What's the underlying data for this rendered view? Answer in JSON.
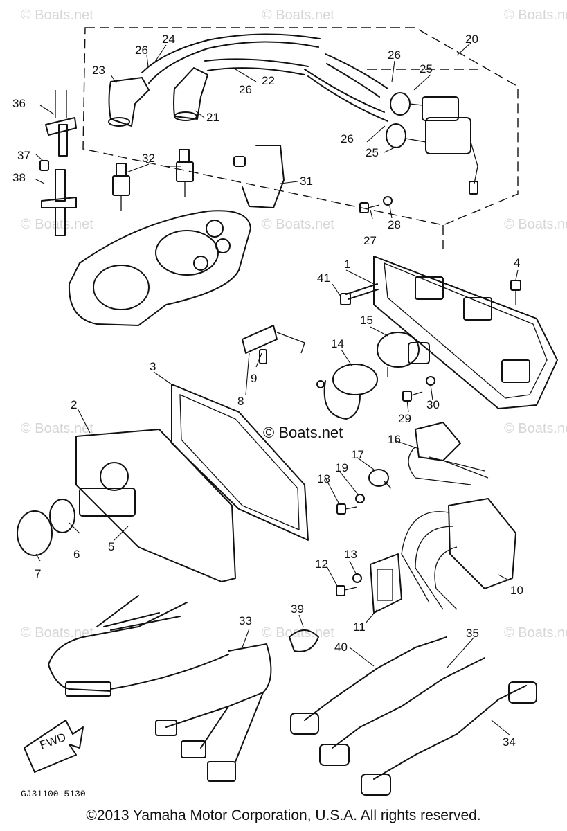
{
  "diagram": {
    "watermark": "© Boats.net",
    "center_watermark": "© Boats.net",
    "drawing_code": "GJ31100-5130",
    "fwd_label": "FWD",
    "callouts": {
      "c1": "1",
      "c2": "2",
      "c3": "3",
      "c4": "4",
      "c5": "5",
      "c6": "6",
      "c7": "7",
      "c8": "8",
      "c9": "9",
      "c10": "10",
      "c11": "11",
      "c12": "12",
      "c13": "13",
      "c14": "14",
      "c15": "15",
      "c16": "16",
      "c17": "17",
      "c18": "18",
      "c19": "19",
      "c20": "20",
      "c21": "21",
      "c22": "22",
      "c23": "23",
      "c24": "24",
      "c25a": "25",
      "c25b": "25",
      "c26a": "26",
      "c26b": "26",
      "c26c": "26",
      "c26d": "26",
      "c27": "27",
      "c28": "28",
      "c29": "29",
      "c30": "30",
      "c31": "31",
      "c32": "32",
      "c33": "33",
      "c34": "34",
      "c35": "35",
      "c36": "36",
      "c37": "37",
      "c38": "38",
      "c39": "39",
      "c40": "40",
      "c41": "41"
    }
  },
  "footer": {
    "copyright": "©2013 Yamaha Motor Corporation, U.S.A. All rights reserved."
  }
}
